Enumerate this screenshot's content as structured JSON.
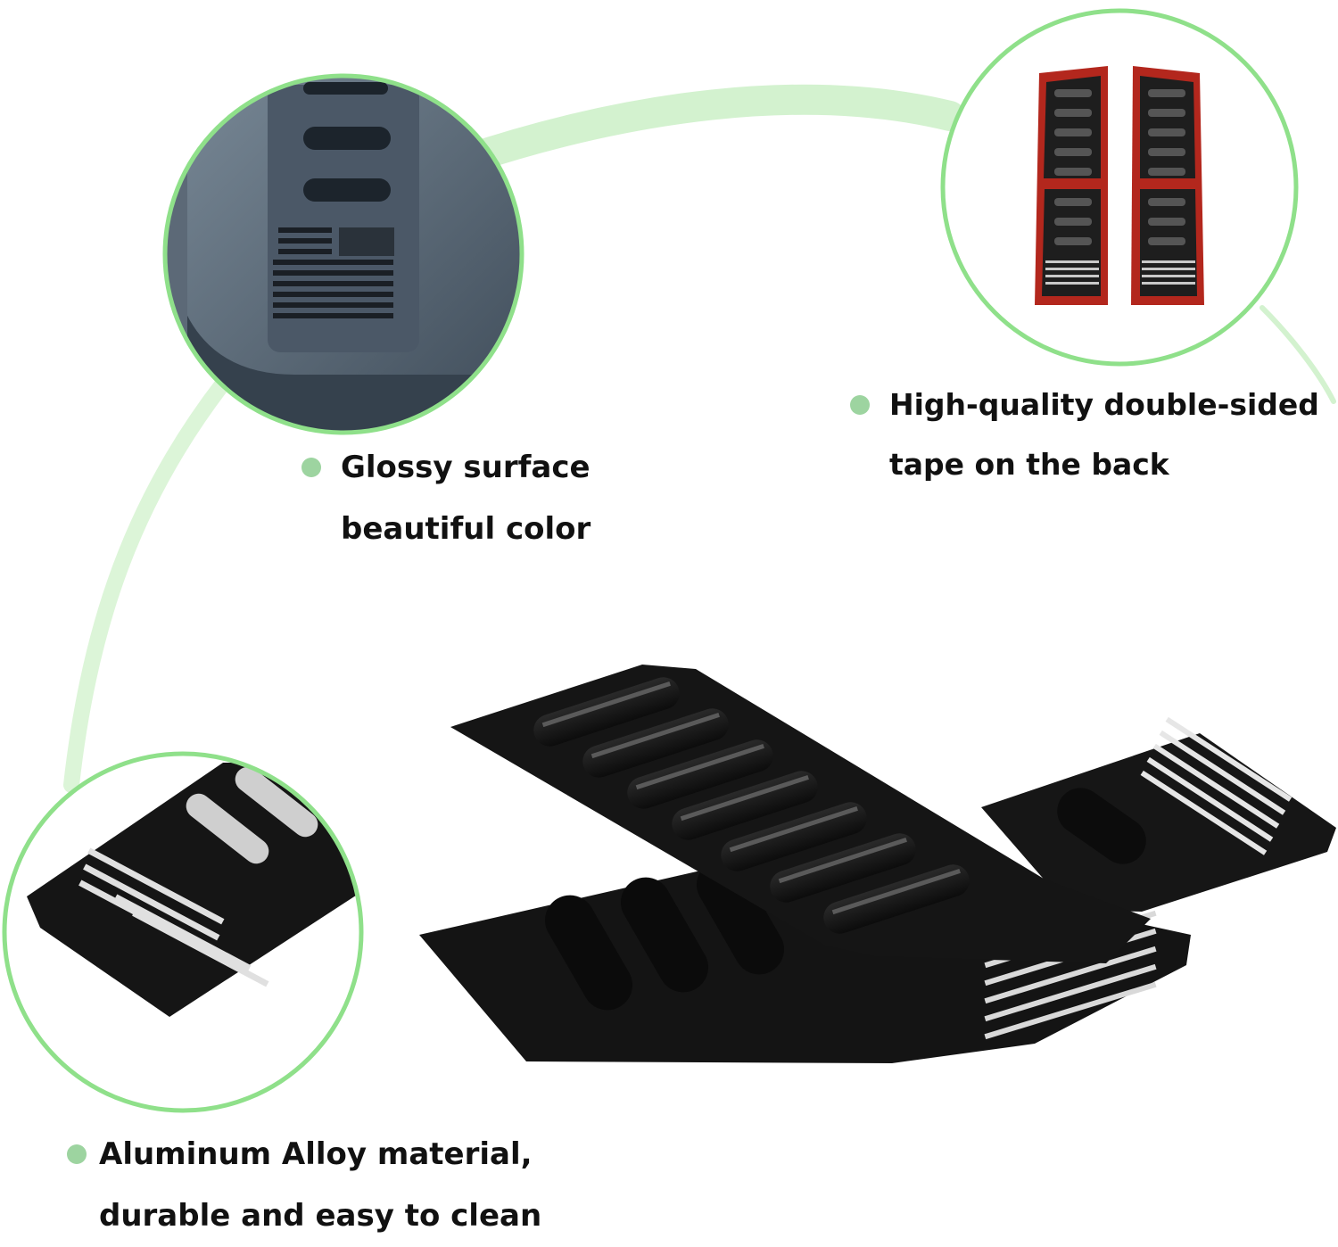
{
  "colors": {
    "accent_green": "#9dd4a0",
    "circle_border": "#8fe08a",
    "product_black": "#141414",
    "tape_red": "#b3271d",
    "text": "#111111"
  },
  "features": {
    "glossy": {
      "line1": "Glossy surface",
      "line2": "beautiful color"
    },
    "tape": {
      "line1": "High-quality double-sided",
      "line2": "tape on the back"
    },
    "alloy": {
      "line1": "Aluminum Alloy material,",
      "line2": "durable and easy to clean"
    }
  }
}
